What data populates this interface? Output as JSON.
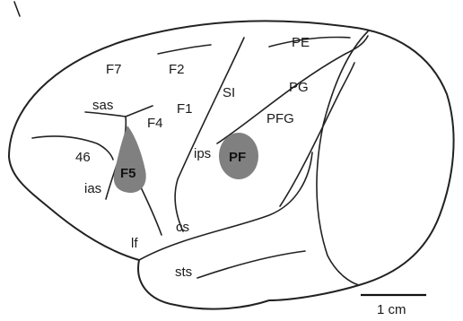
{
  "labels": {
    "F7": "F7",
    "F2": "F2",
    "F1": "F1",
    "F4": "F4",
    "sas": "sas",
    "area46": "46",
    "F5": "F5",
    "ias": "ias",
    "cs": "cs",
    "lf": "lf",
    "SI": "SI",
    "PE": "PE",
    "PG": "PG",
    "PFG": "PFG",
    "PF": "PF",
    "ips": "ips",
    "sts": "sts"
  },
  "scale_bar": {
    "label": "1 cm"
  },
  "colors": {
    "highlight_region": "#808080",
    "line": "#222222",
    "background": "#ffffff"
  }
}
